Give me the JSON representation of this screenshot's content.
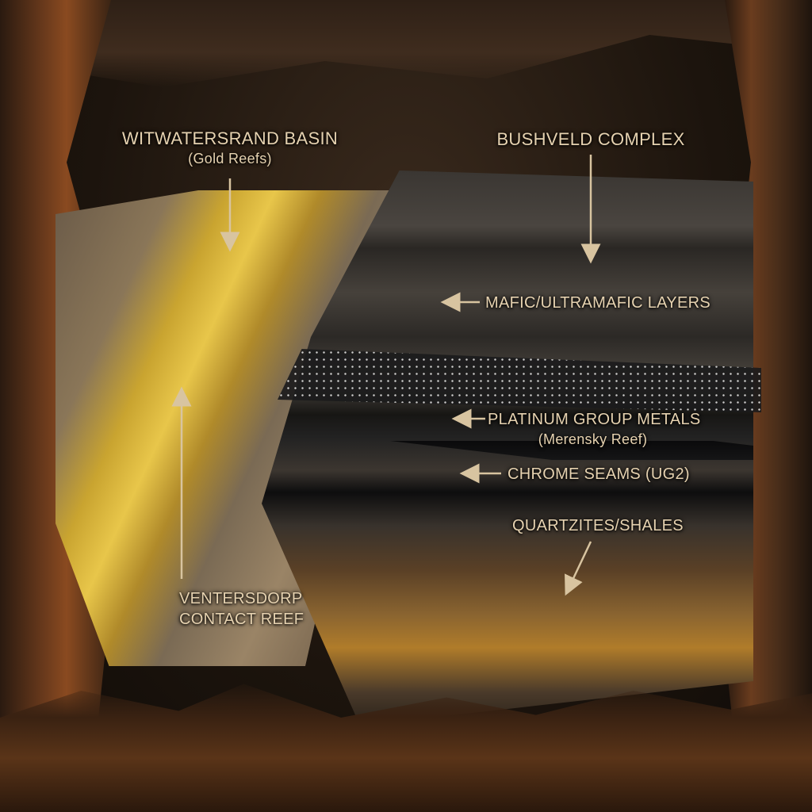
{
  "labels": {
    "witwatersrand": {
      "title": "WITWATERSRAND BASIN",
      "subtitle": "(Gold Reefs)"
    },
    "bushveld": {
      "title": "BUSHVELD COMPLEX"
    },
    "mafic": {
      "title": "MAFIC/ULTRAMAFIC LAYERS"
    },
    "pgm": {
      "title": "PLATINUM GROUP METALS",
      "subtitle": "(Merensky Reef)"
    },
    "chrome": {
      "title": "CHROME SEAMS (UG2)"
    },
    "quartzites": {
      "title": "QUARTZITES/SHALES"
    },
    "ventersdorp": {
      "line1": "VENTERSDORP",
      "line2": "CONTACT REEF"
    }
  },
  "colors": {
    "label_text": "#e6d2b0",
    "gold": "#e8c64a",
    "dark_rock": "#2a2724",
    "ochre": "#b07c2a"
  }
}
